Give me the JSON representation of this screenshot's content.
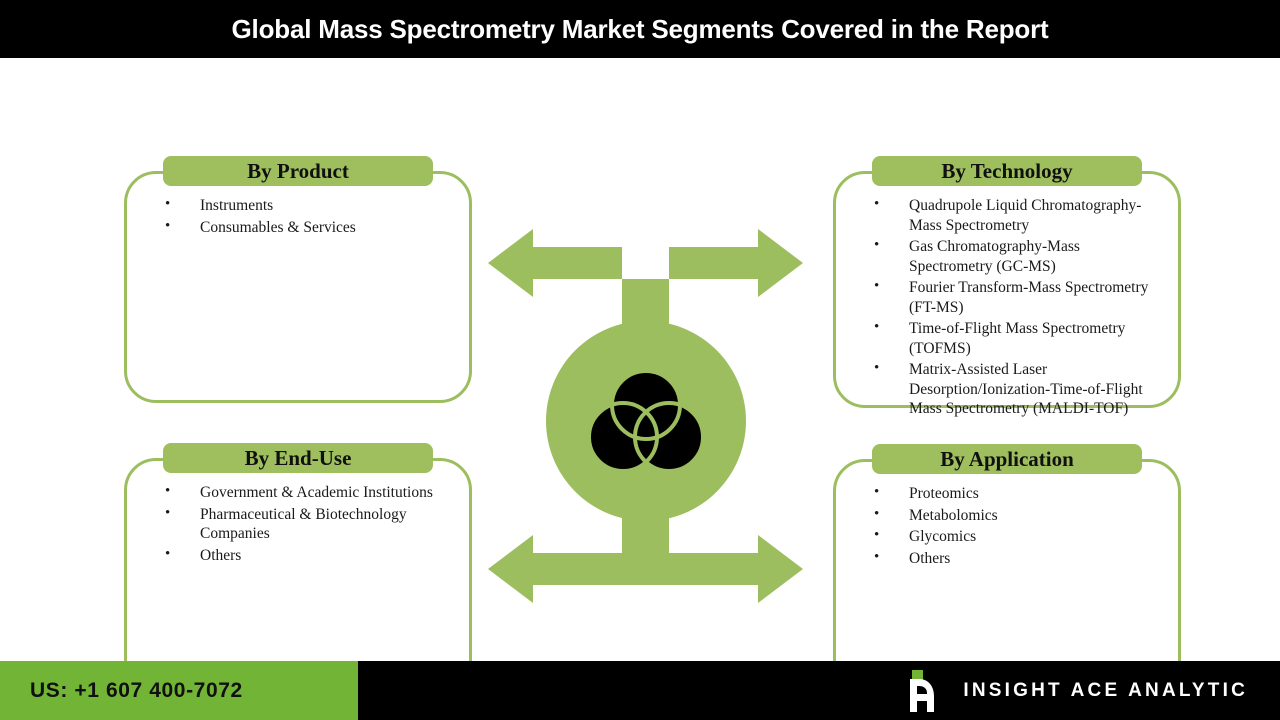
{
  "header": {
    "title": "Global Mass Spectrometry Market Segments Covered in the Report"
  },
  "colors": {
    "primary_green": "#9DBE5E",
    "header_band_green": "#9FBF5F",
    "footer_green": "#72B436",
    "bar_black": "#000000",
    "text_white": "#FFFFFF"
  },
  "segments": [
    {
      "id": "product",
      "title": "By Product",
      "items": [
        "Instruments",
        "Consumables & Services"
      ]
    },
    {
      "id": "technology",
      "title": "By Technology",
      "items": [
        "Quadrupole Liquid Chromatography-Mass Spectrometry",
        "Gas Chromatography-Mass Spectrometry (GC-MS)",
        "Fourier Transform-Mass Spectrometry (FT-MS)",
        "Time-of-Flight Mass Spectrometry (TOFMS)",
        "Matrix-Assisted Laser Desorption/Ionization-Time-of-Flight Mass Spectrometry (MALDI-TOF)"
      ]
    },
    {
      "id": "enduse",
      "title": "By End-Use",
      "items": [
        "Government & Academic Institutions",
        "Pharmaceutical & Biotechnology Companies",
        "Others"
      ]
    },
    {
      "id": "application",
      "title": "By Application",
      "items": [
        "Proteomics",
        "Metabolomics",
        "Glycomics",
        "Others"
      ]
    }
  ],
  "center": {
    "icon": "venn-diagram-icon"
  },
  "connectors": {
    "top_arrow": "double-headed-horizontal-arrow-icon",
    "bottom_arrow": "double-headed-horizontal-arrow-icon"
  },
  "footer": {
    "phone": "US: +1 607 400-7072",
    "brand_name": "INSIGHT ACE ANALYTIC",
    "brand_mark": "insight-ace-logo-icon"
  }
}
